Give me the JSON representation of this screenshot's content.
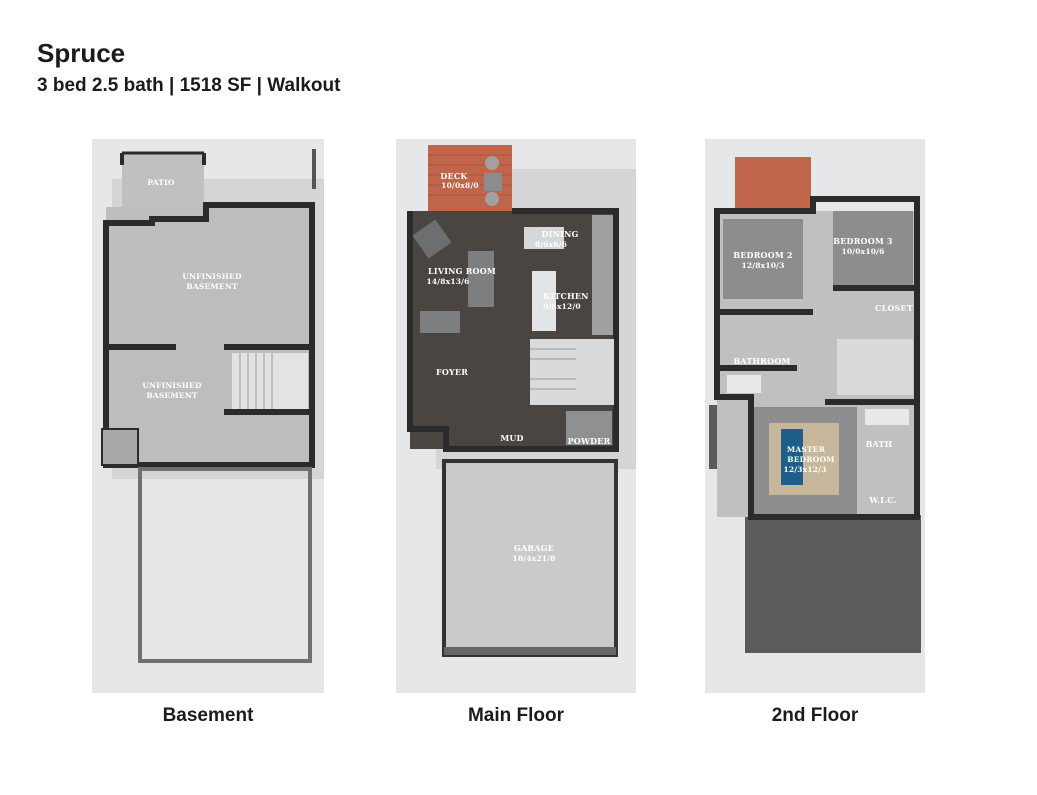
{
  "header": {
    "title": "Spruce",
    "subtitle": "3 bed 2.5 bath | 1518 SF | Walkout"
  },
  "floors": {
    "basement": {
      "caption": "Basement",
      "rooms": {
        "patio": "PATIO",
        "unfinished1_a": "UNFINISHED",
        "unfinished1_b": "BASEMENT",
        "unfinished2_a": "UNFINISHED",
        "unfinished2_b": "BASEMENT"
      }
    },
    "main": {
      "caption": "Main Floor",
      "rooms": {
        "deck": "DECK",
        "deck_dim": "10/0x8/0",
        "dining": "DINING",
        "dining_dim": "8/6x6/6",
        "living": "LIVING ROOM",
        "living_dim": "14/8x13/6",
        "kitchen": "KITCHEN",
        "kitchen_dim": "9/8x12/0",
        "foyer": "FOYER",
        "mud": "MUD",
        "powder": "POWDER",
        "garage": "GARAGE",
        "garage_dim": "18/4x21/8"
      }
    },
    "second": {
      "caption": "2nd Floor",
      "rooms": {
        "bedroom2": "BEDROOM 2",
        "bedroom2_dim": "12/8x10/3",
        "bedroom3": "BEDROOM 3",
        "bedroom3_dim": "10/0x10/6",
        "closet": "CLOSET",
        "bathroom": "BATHROOM",
        "bath": "BATH",
        "master_a": "MASTER",
        "master_b": "BEDROOM",
        "master_dim": "12/3x12/3",
        "wic": "W.I.C."
      }
    }
  },
  "colors": {
    "wall": "#2b2b2b",
    "floor_gray": "#bcbdbf",
    "wood_dark": "#4a4540",
    "deck": "#c1654a",
    "roof": "#5b5b5b",
    "accent_blue": "#1d5f8a"
  }
}
